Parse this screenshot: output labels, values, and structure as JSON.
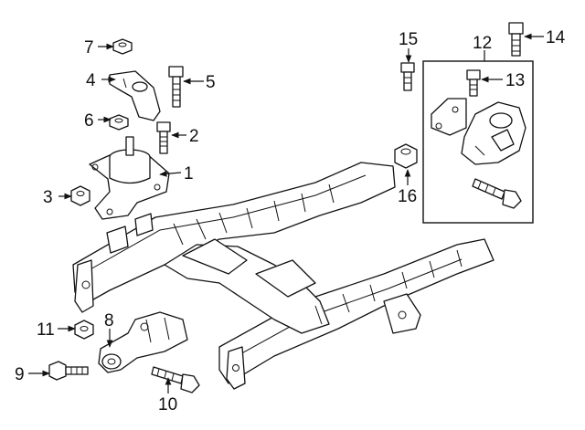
{
  "diagram": {
    "callouts": [
      {
        "id": "1",
        "text": "1"
      },
      {
        "id": "2",
        "text": "2"
      },
      {
        "id": "3",
        "text": "3"
      },
      {
        "id": "4",
        "text": "4"
      },
      {
        "id": "5",
        "text": "5"
      },
      {
        "id": "6",
        "text": "6"
      },
      {
        "id": "7",
        "text": "7"
      },
      {
        "id": "8",
        "text": "8"
      },
      {
        "id": "9",
        "text": "9"
      },
      {
        "id": "10",
        "text": "10"
      },
      {
        "id": "11",
        "text": "11"
      },
      {
        "id": "12",
        "text": "12"
      },
      {
        "id": "13",
        "text": "13"
      },
      {
        "id": "14",
        "text": "14"
      },
      {
        "id": "15",
        "text": "15"
      },
      {
        "id": "16",
        "text": "16"
      }
    ],
    "colors": {
      "line": "#111111",
      "background": "#ffffff"
    }
  }
}
